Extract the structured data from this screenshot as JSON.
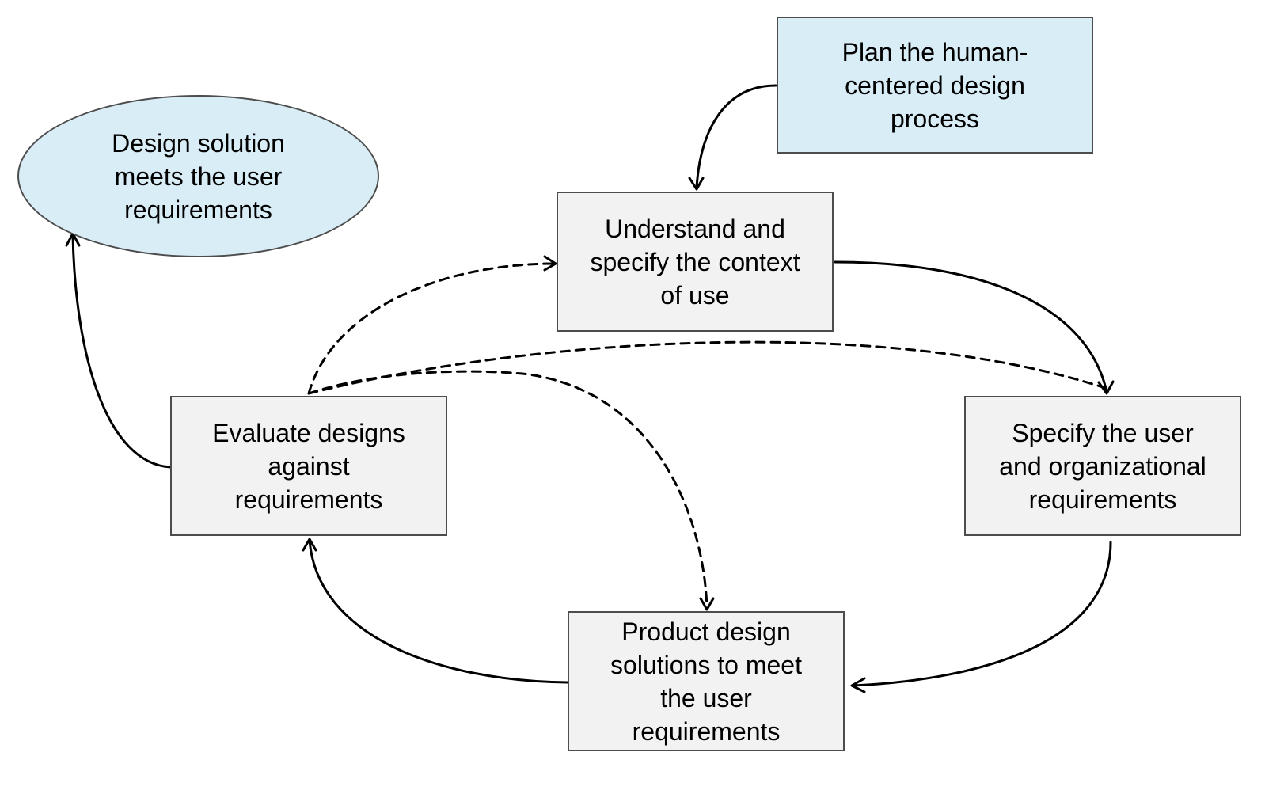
{
  "nodes": {
    "plan": {
      "label": "Plan the human-centered design process",
      "lines": [
        "Plan the human-",
        "centered design",
        "process"
      ]
    },
    "context": {
      "label": "Understand and specify the context of use",
      "lines": [
        "Understand and",
        "specify the context",
        "of use"
      ]
    },
    "outcome": {
      "label": "Design solution meets the user requirements",
      "lines": [
        "Design solution",
        "meets the user",
        "requirements"
      ]
    },
    "evaluate": {
      "label": "Evaluate designs against requirements",
      "lines": [
        "Evaluate designs",
        "against",
        "requirements"
      ]
    },
    "specify": {
      "label": "Specify the user and organizational requirements",
      "lines": [
        "Specify the user",
        "and organizational",
        "requirements"
      ]
    },
    "produce": {
      "label": "Product design solutions to meet the user requirements",
      "lines": [
        "Product design",
        "solutions to meet",
        "the user",
        "requirements"
      ]
    }
  },
  "edges": [
    {
      "from": "plan",
      "to": "context",
      "style": "solid"
    },
    {
      "from": "context",
      "to": "specify",
      "style": "solid"
    },
    {
      "from": "specify",
      "to": "produce",
      "style": "solid"
    },
    {
      "from": "produce",
      "to": "evaluate",
      "style": "solid"
    },
    {
      "from": "evaluate",
      "to": "outcome",
      "style": "solid"
    },
    {
      "from": "evaluate",
      "to": "context",
      "style": "dashed"
    },
    {
      "from": "evaluate",
      "to": "specify",
      "style": "dashed"
    },
    {
      "from": "evaluate",
      "to": "produce",
      "style": "dashed"
    }
  ],
  "colors": {
    "process_box": "#f2f2f2",
    "start_end_fill": "#d9edf7",
    "border": "#4d4d4d",
    "arrow": "#000000"
  }
}
